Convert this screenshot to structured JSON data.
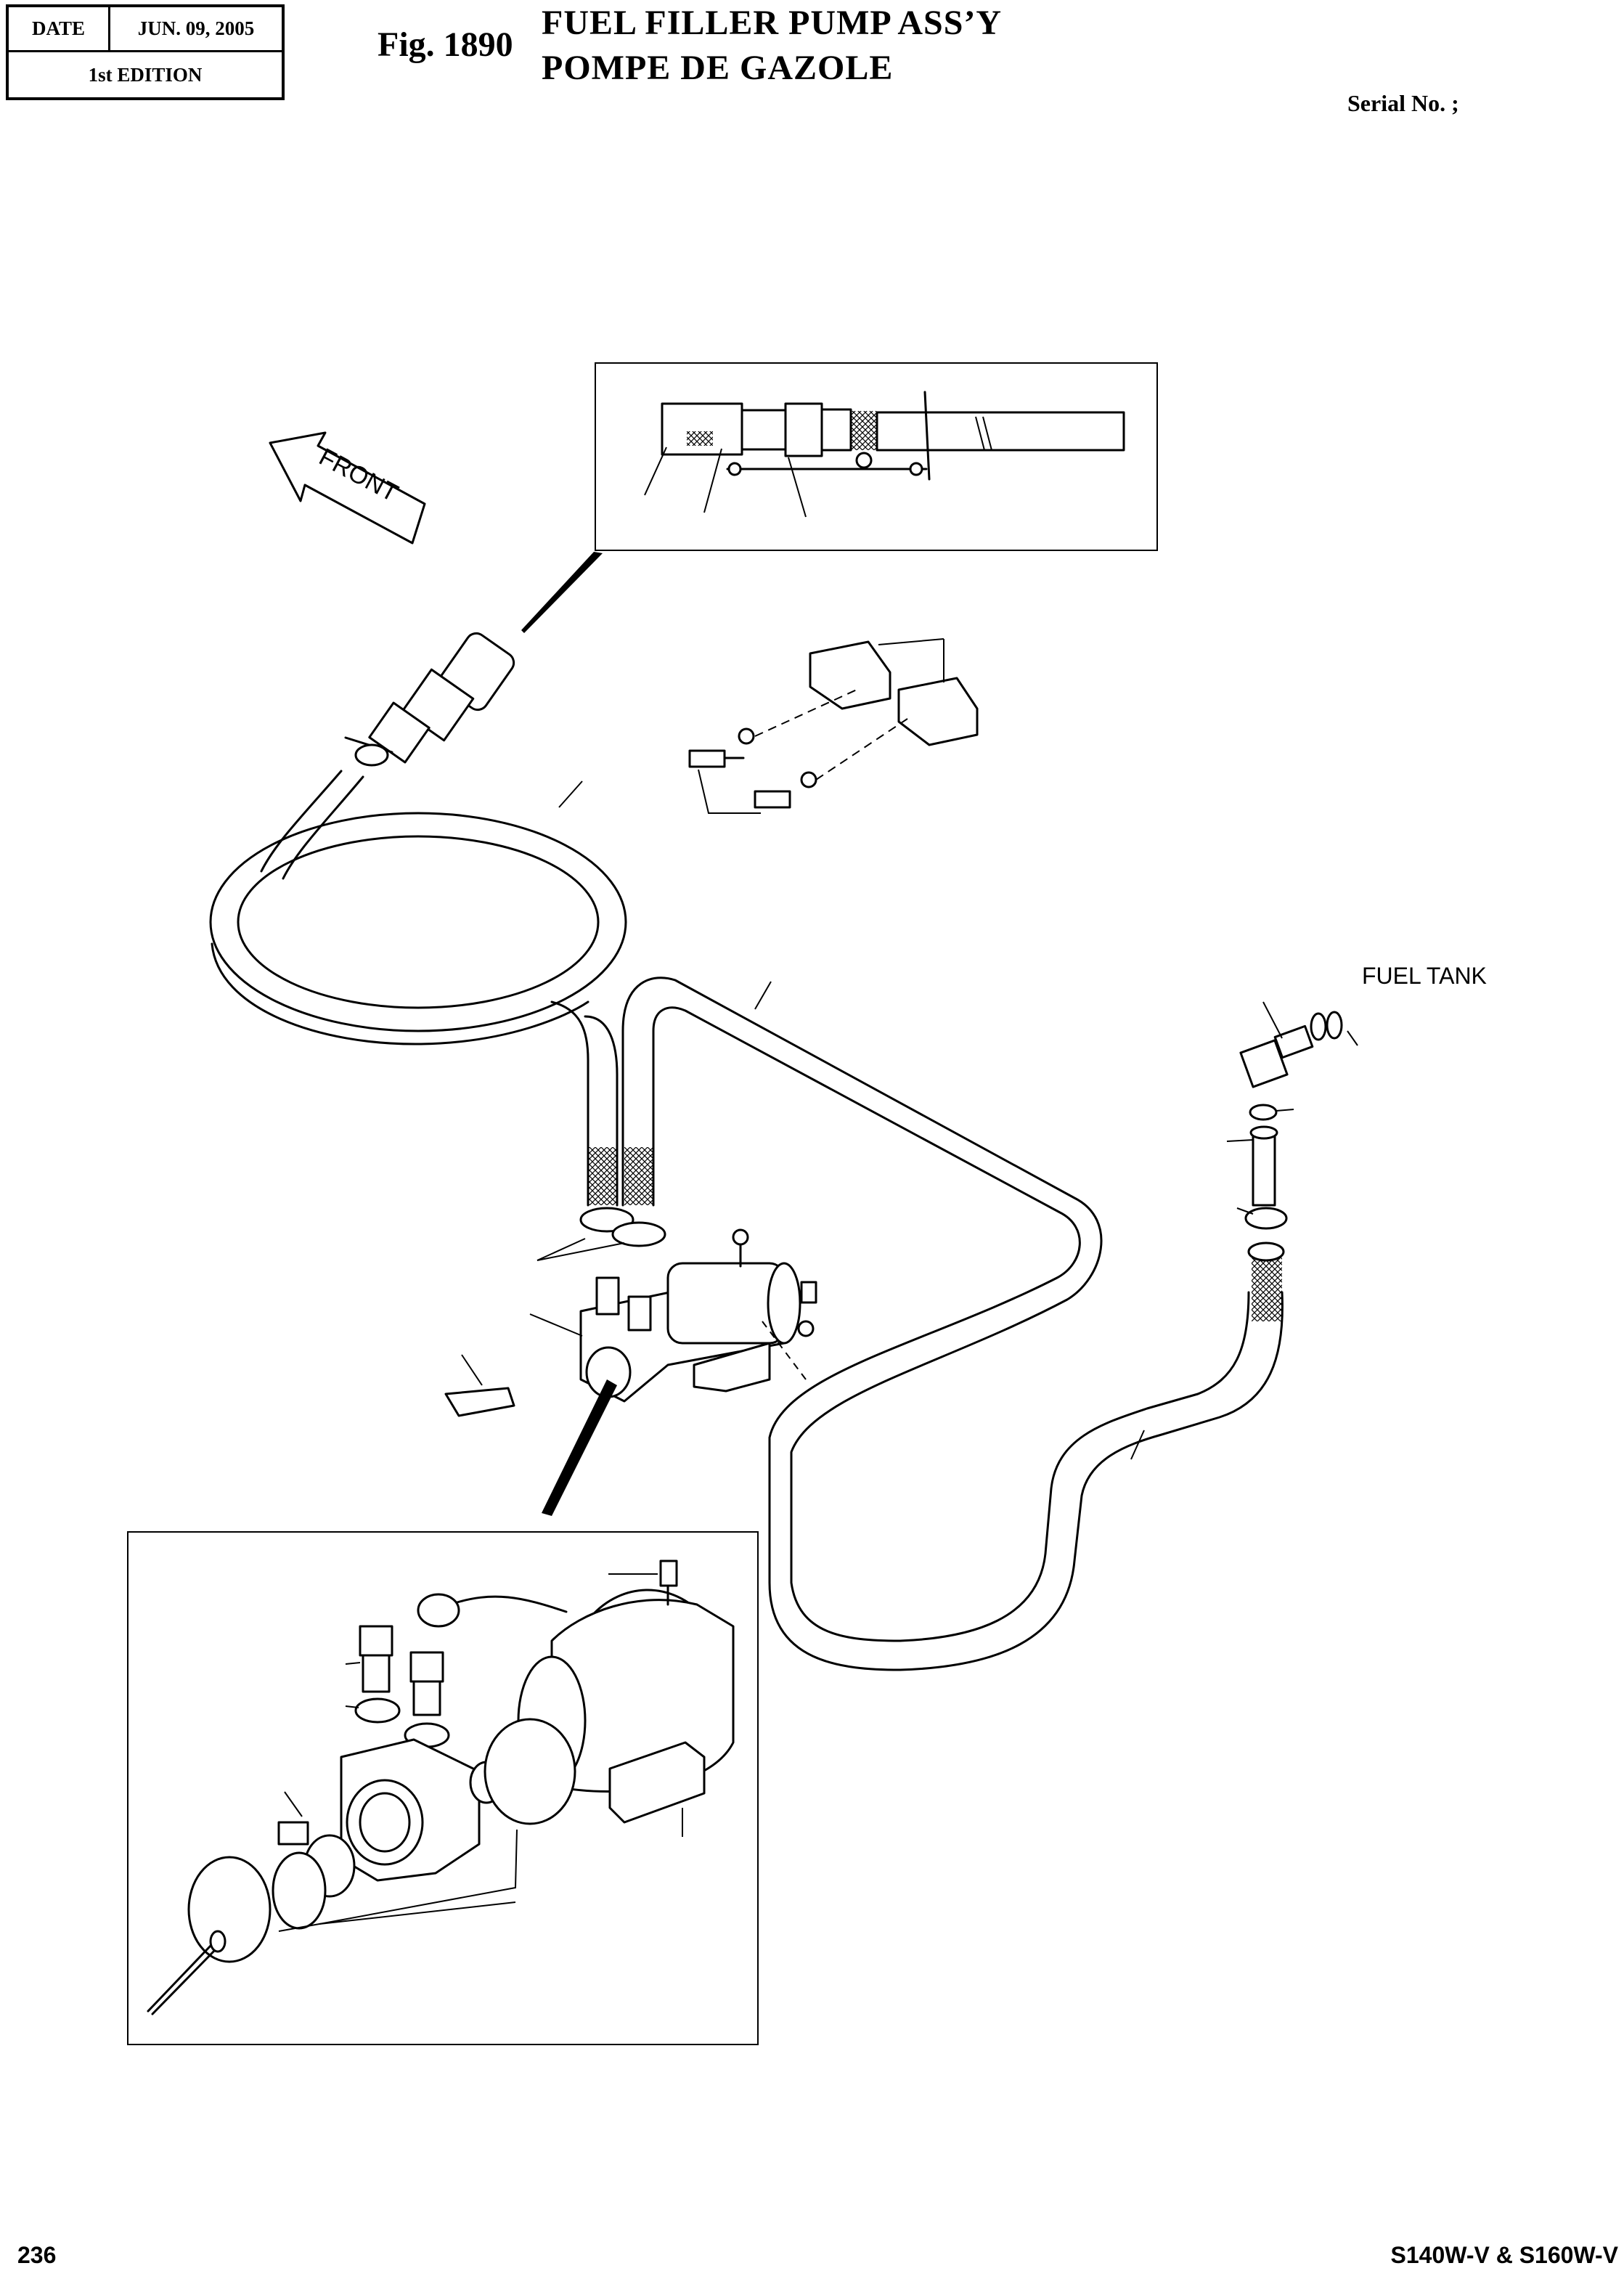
{
  "header": {
    "date_label": "DATE",
    "date_value": "JUN. 09, 2005",
    "edition": "1st EDITION",
    "fig_number": "Fig. 1890",
    "title_en": "FUEL FILLER PUMP ASS’Y",
    "title_fr": "POMPE DE GAZOLE",
    "serial_label": "Serial No. ;"
  },
  "diagram": {
    "front_label": "FRONT",
    "fuel_tank_label": "FUEL TANK"
  },
  "footer": {
    "page_number": "236",
    "model": "S140W-V & S160W-V"
  }
}
